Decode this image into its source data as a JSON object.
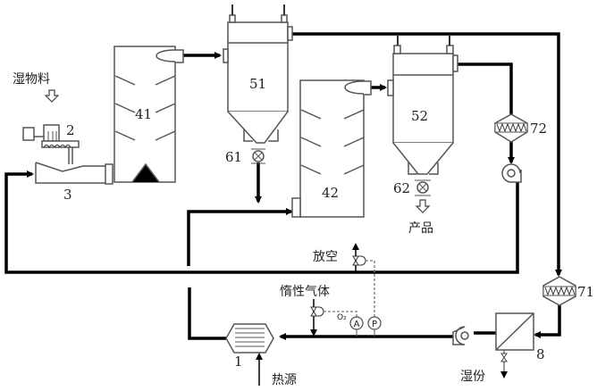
{
  "labels": {
    "wet_material": "湿物料",
    "heat_source": "热源",
    "inert_gas": "惰性气体",
    "vent": "放空",
    "product": "产品",
    "moisture": "湿份",
    "o2": "O₂",
    "analyzer": "A",
    "pressure": "P"
  },
  "equipment": {
    "heater": "1",
    "feeder": "2",
    "mixer": "3",
    "dryer1": "41",
    "dryer2": "42",
    "separator1": "51",
    "separator2": "52",
    "valve1": "61",
    "valve2": "62",
    "filter1": "71",
    "filter2": "72",
    "condenser": "8"
  },
  "colors": {
    "line": "#000000",
    "equipment": "#555555",
    "dashed": "#777777"
  }
}
